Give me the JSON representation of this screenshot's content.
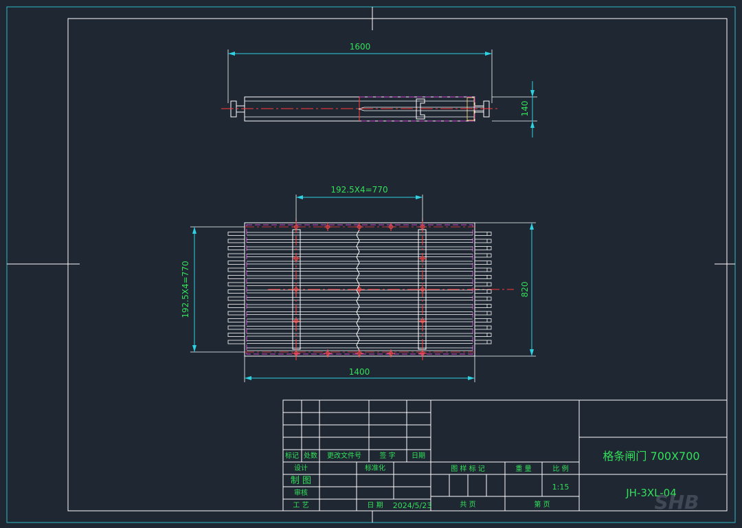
{
  "dimensions": {
    "top_width": "1600",
    "top_height": "140",
    "plan_spacing_h": "192.5X4=770",
    "plan_spacing_v": "192.5X4=770",
    "plan_height": "820",
    "plan_width": "1400"
  },
  "title_block": {
    "header": {
      "mark": "标记",
      "count": "处数",
      "change_doc": "更改文件号",
      "signature": "签 字",
      "date": "日期"
    },
    "rows": {
      "design": "设计",
      "standardization": "标准化",
      "drawing": "制 图",
      "review": "审核",
      "process": "工 艺",
      "date_label": "日 期",
      "date_value": "2024/5/23"
    },
    "stage": {
      "stage_mark": "图 样 标 记",
      "weight": "重 量",
      "scale": "比 例",
      "scale_value": "1:15",
      "total_sheets": "共  页",
      "sheet_no": "第  页"
    },
    "drawing_title": "格条闸门  700X700",
    "drawing_no": "JH-3XL-04"
  },
  "watermark": {
    "logo": "SHB"
  }
}
